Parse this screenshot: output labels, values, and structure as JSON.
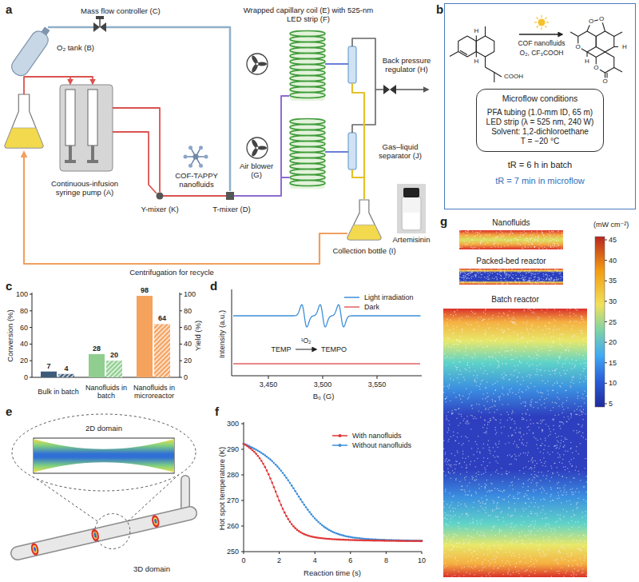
{
  "diagram": {
    "nodes": [
      {
        "text": [
          "tR = 6 h in batch",
          "tR = 7 min in microflow"
        ]
      },
      {
        "text": [
          "Microflow conditions",
          "PFA tubing (1.0-mm ID, 65 m)",
          "LED strip (λ = 525 nm, 240 W)",
          "Solvent: 1,2-dichloroethane",
          "T = −20 °C"
        ],
        "in": 0
      }
    ],
    "labels": [
      "a",
      "Mass flow controller (C)",
      "O₂ tank (B)",
      "Continuous-infusion syringe pump (A)",
      "Y-mixer (K)",
      "T-mixer (D)",
      "COF-TAPPY nanofluids",
      "Air blower (G)",
      "Wrapped capillary coil (E) with 525-nm LED strip (F)",
      "Back pressure regulator (H)",
      "Gas–liquid separator (J)",
      "Collection bottle (I)",
      "Artemisinin",
      "Centrifugation for recycle",
      "b",
      "H",
      "H",
      "COOH",
      "COF nanofluids",
      "O₂, CF₃COOH",
      "O",
      "O",
      "O",
      "O",
      "O",
      "H",
      "H",
      "c",
      "0",
      "20",
      "40",
      "60",
      "80",
      "100",
      "0",
      "20",
      "40",
      "60",
      "80",
      "100",
      "Conversion (%)",
      "Yield (%)",
      "7",
      "4",
      "28",
      "20",
      "98",
      "64",
      "Bulk in batch",
      "Nanofluids in batch",
      "Nanofluids in microreactor",
      "d",
      "Intensity (a.u.)",
      "3,450",
      "3,500",
      "3,550",
      "B₀ (G)",
      "TEMP",
      "¹O₂",
      "TEMPO",
      "e",
      "2D domain",
      "3D domain",
      "f",
      "250",
      "260",
      "270",
      "280",
      "290",
      "300",
      "0",
      "2",
      "4",
      "6",
      "8",
      "10",
      "Hot spot temperature (K)",
      "Reaction time (s)",
      "g",
      "Nanofluids",
      "Packed-bed reactor",
      "Batch reactor",
      "(mW cm⁻²)",
      "45",
      "40",
      "35",
      "30",
      "25",
      "20",
      "15",
      "10",
      "5"
    ],
    "legend": [
      {
        "text": "Light irradiation"
      },
      {
        "text": "Dark"
      },
      {
        "text": "With nanofluids"
      },
      {
        "text": "Without nanofluids"
      }
    ]
  }
}
